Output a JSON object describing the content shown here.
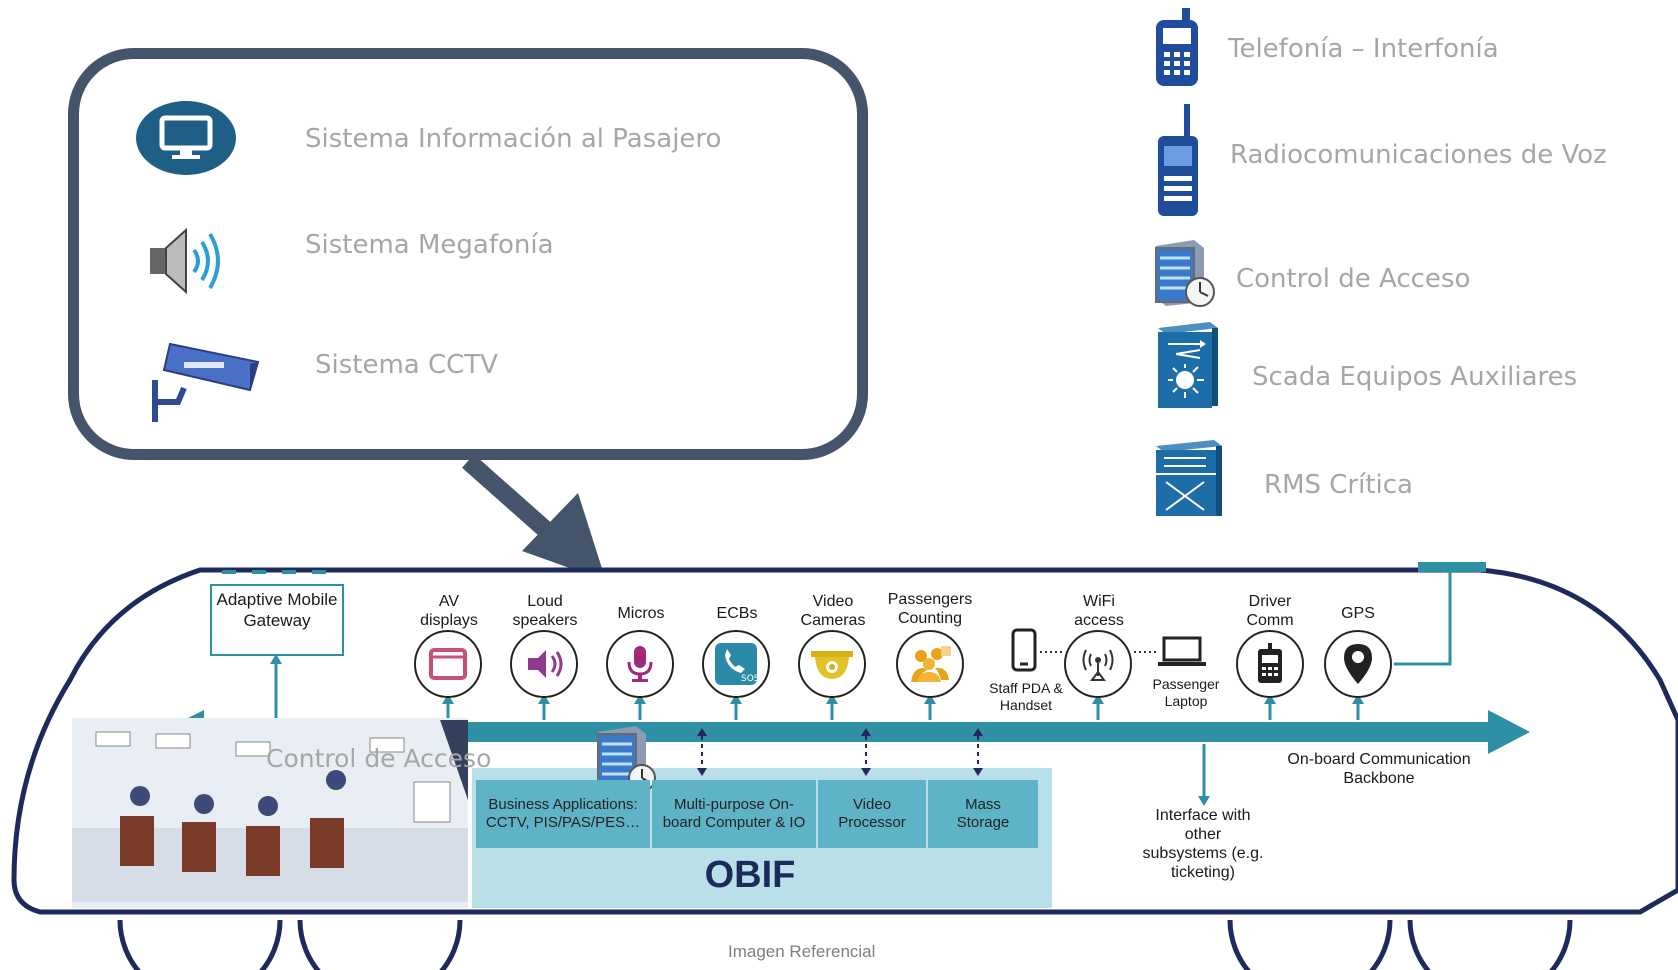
{
  "callout": {
    "items": [
      {
        "label": "Sistema Información al Pasajero",
        "icon": "monitor-icon"
      },
      {
        "label": "Sistema Megafonía",
        "icon": "speaker-icon"
      },
      {
        "label": "Sistema CCTV",
        "icon": "cctv-camera-icon"
      }
    ]
  },
  "legend": {
    "items": [
      {
        "label": "Telefonía – Interfonía",
        "icon": "intercom-phone-icon"
      },
      {
        "label": "Radiocomunicaciones de Voz",
        "icon": "radio-icon"
      },
      {
        "label": "Control de Acceso",
        "icon": "access-server-icon"
      },
      {
        "label": "Scada Equipos Auxiliares",
        "icon": "scada-switch-icon"
      },
      {
        "label": "RMS Crítica",
        "icon": "rms-switch-icon"
      }
    ]
  },
  "train": {
    "gateway": "Adaptive Mobile Gateway",
    "devices": [
      {
        "label": "AV displays",
        "icon": "display-icon",
        "color": "#c94f7c"
      },
      {
        "label": "Loud speakers",
        "icon": "speaker-icon",
        "color": "#8e3a8f"
      },
      {
        "label": "Micros",
        "icon": "microphone-icon",
        "color": "#a0297a"
      },
      {
        "label": "ECBs",
        "icon": "sos-phone-icon",
        "color": "#2b8aa8"
      },
      {
        "label": "Video Cameras",
        "icon": "dome-camera-icon",
        "color": "#d4b20f"
      },
      {
        "label": "Passengers Counting",
        "icon": "people-icon",
        "color": "#e8a317"
      },
      {
        "label": "WiFi access",
        "icon": "wifi-icon",
        "color": "#222222"
      },
      {
        "label": "Driver Comm",
        "icon": "desk-phone-icon",
        "color": "#222222"
      },
      {
        "label": "GPS",
        "icon": "gps-pin-icon",
        "color": "#222222"
      }
    ],
    "staff_pda": "Staff PDA & Handset",
    "passenger_laptop": "Passenger Laptop",
    "backbone": "On-board Communication Backbone",
    "access_overlay": "Control de Acceso",
    "obif": {
      "boxes": [
        "Business Applications: CCTV, PIS/PAS/PES…",
        "Multi-purpose On-board Computer & IO",
        "Video Processor",
        "Mass Storage"
      ],
      "title": "OBIF"
    },
    "interface": "Interface with other subsystems (e.g. ticketing)",
    "colors": {
      "teal": "#2f8fa5",
      "navy": "#1f2a5c",
      "box": "#5fb3c7",
      "panel": "#b9dfe8"
    }
  },
  "footer": "Imagen Referencial"
}
